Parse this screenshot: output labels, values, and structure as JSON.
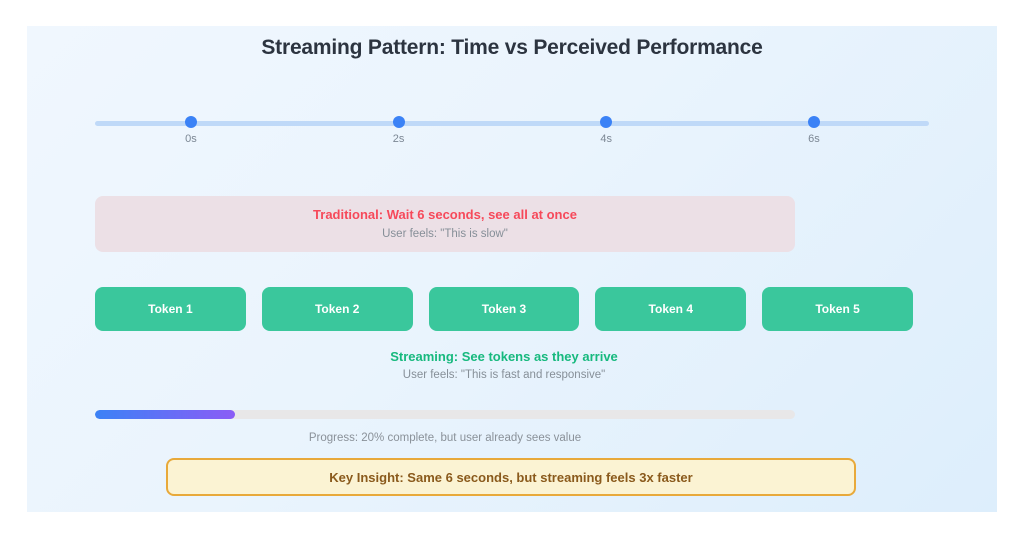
{
  "page": {
    "title": "Streaming Pattern: Time vs Perceived Performance",
    "background_start": "#f0f7fe",
    "background_end": "#ddeefc"
  },
  "timeline": {
    "line_color": "#bfd9f8",
    "dot_color": "#3b82f6",
    "ticks": [
      {
        "label": "0s",
        "position_pct": 11.5
      },
      {
        "label": "2s",
        "position_pct": 36.4
      },
      {
        "label": "4s",
        "position_pct": 61.3
      },
      {
        "label": "6s",
        "position_pct": 86.2
      }
    ]
  },
  "traditional": {
    "title": "Traditional: Wait 6 seconds, see all at once",
    "subtitle": "User feels: \"This is slow\"",
    "title_color": "#f6495a",
    "background": "#ece0e6"
  },
  "tokens": {
    "color": "#3ac79c",
    "items": [
      {
        "label": "Token 1"
      },
      {
        "label": "Token 2"
      },
      {
        "label": "Token 3"
      },
      {
        "label": "Token 4"
      },
      {
        "label": "Token 5"
      }
    ]
  },
  "streaming": {
    "title": "Streaming: See tokens as they arrive",
    "subtitle": "User feels: \"This is fast and responsive\"",
    "title_color": "#17b97e"
  },
  "progress": {
    "percent": 20,
    "caption": "Progress: 20% complete, but user already sees value",
    "fill_start": "#3b82f6",
    "fill_end": "#8b5cf6",
    "track_color": "#e8e7e8"
  },
  "insight": {
    "text": "Key Insight: Same 6 seconds, but streaming feels 3x faster",
    "background": "#fbf3d3",
    "border_color": "#e8a93a",
    "text_color": "#8a5a1c"
  }
}
